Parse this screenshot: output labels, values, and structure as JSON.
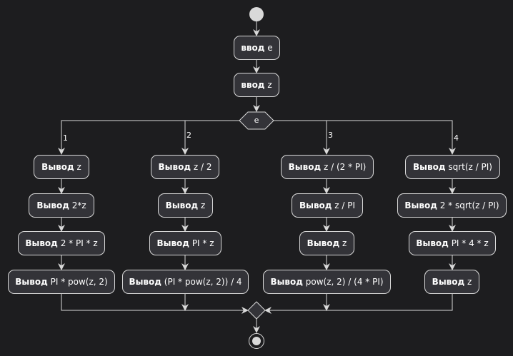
{
  "colors": {
    "background": "#1d1d1f",
    "node_fill": "#333338",
    "node_border": "#d9d9d9",
    "edge": "#d9d9d9",
    "start_fill": "#d9d9d9"
  },
  "start_node": {
    "icon": "start-circle-icon"
  },
  "end_node": {
    "icon": "stop-circle-icon"
  },
  "nodes": {
    "input_e": {
      "kw": "ввод",
      "expr": " e"
    },
    "input_z": {
      "kw": "ввод",
      "expr": " z"
    },
    "b1_1": {
      "kw": "Вывод",
      "expr": " z"
    },
    "b1_2": {
      "kw": "Вывод",
      "expr": " 2*z"
    },
    "b1_3": {
      "kw": "Вывод",
      "expr": " 2 * PI * z"
    },
    "b1_4": {
      "kw": "Вывод",
      "expr": " PI * pow(z, 2)"
    },
    "b2_1": {
      "kw": "Вывод",
      "expr": " z / 2"
    },
    "b2_2": {
      "kw": "Вывод",
      "expr": " z"
    },
    "b2_3": {
      "kw": "Вывод",
      "expr": " PI * z"
    },
    "b2_4": {
      "kw": "Вывод",
      "expr": " (PI * pow(z, 2)) / 4"
    },
    "b3_1": {
      "kw": "Вывод",
      "expr": " z / (2 * PI)"
    },
    "b3_2": {
      "kw": "Вывод",
      "expr": " z / PI"
    },
    "b3_3": {
      "kw": "Вывод",
      "expr": " z"
    },
    "b3_4": {
      "kw": "Вывод",
      "expr": " pow(z, 2) / (4 * PI)"
    },
    "b4_1": {
      "kw": "Вывод",
      "expr": " sqrt(z / PI)"
    },
    "b4_2": {
      "kw": "Вывод",
      "expr": " 2 * sqrt(z / PI)"
    },
    "b4_3": {
      "kw": "Вывод",
      "expr": " PI * 4 * z"
    },
    "b4_4": {
      "kw": "Вывод",
      "expr": " z"
    }
  },
  "decision": {
    "label": "e"
  },
  "branches": {
    "b1": "1",
    "b2": "2",
    "b3": "3",
    "b4": "4"
  }
}
